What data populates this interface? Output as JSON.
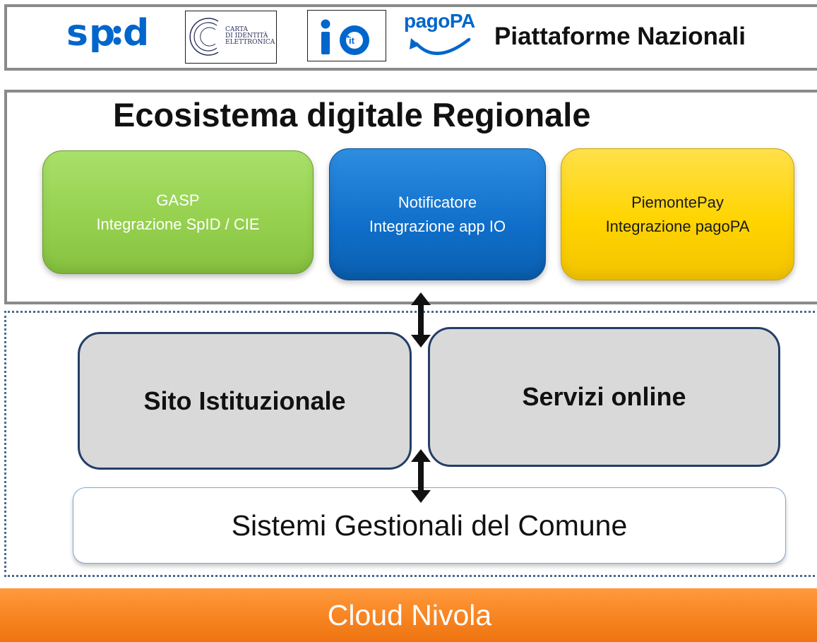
{
  "national_platforms": {
    "title": "Piattaforme Nazionali",
    "logos": {
      "spid": "spid",
      "cie_line1": "CARTA",
      "cie_line2": "DI IDENTITÀ",
      "cie_line3": "ELETTRONICA",
      "io": "io",
      "io_badge": "·it",
      "pagopa": "pagoPA"
    }
  },
  "regional_ecosystem": {
    "title": "Ecosistema digitale Regionale",
    "cards": [
      {
        "line1": "GASP",
        "line2": "Integrazione SpID / CIE"
      },
      {
        "line1": "Notificatore",
        "line2": "Integrazione app IO"
      },
      {
        "line1": "PiemontePay",
        "line2": "Integrazione pagoPA"
      }
    ]
  },
  "municipality": {
    "services": {
      "sito": "Sito Istituzionale",
      "servizi": "Servizi online"
    },
    "management_systems": "Sistemi Gestionali del Comune"
  },
  "cloud": {
    "label": "Cloud Nivola"
  },
  "colors": {
    "gasp": "#96d14f",
    "notificatore": "#0f6ec9",
    "piemontepay": "#ffd400",
    "service_box": "#d9d9d9",
    "service_border": "#243e66",
    "cloud": "#f6821f",
    "logo_blue": "#0066cc"
  }
}
